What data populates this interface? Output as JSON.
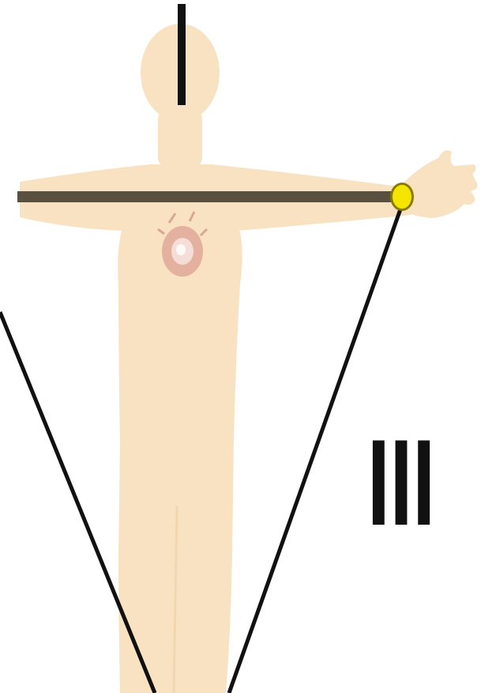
{
  "diagram": {
    "lead_label": "III",
    "colors": {
      "background": "#ffffff",
      "skin": "#f9e2c1",
      "lead_line": "#111111",
      "arm_bar": "#5a5040",
      "electrode": "#f5e400",
      "electrode_outline": "#8a7a00",
      "heart": "#e0a89a"
    },
    "icons": {
      "body": "human-body-silhouette",
      "heart": "heart-icon",
      "electrode": "electrode-dot"
    }
  }
}
